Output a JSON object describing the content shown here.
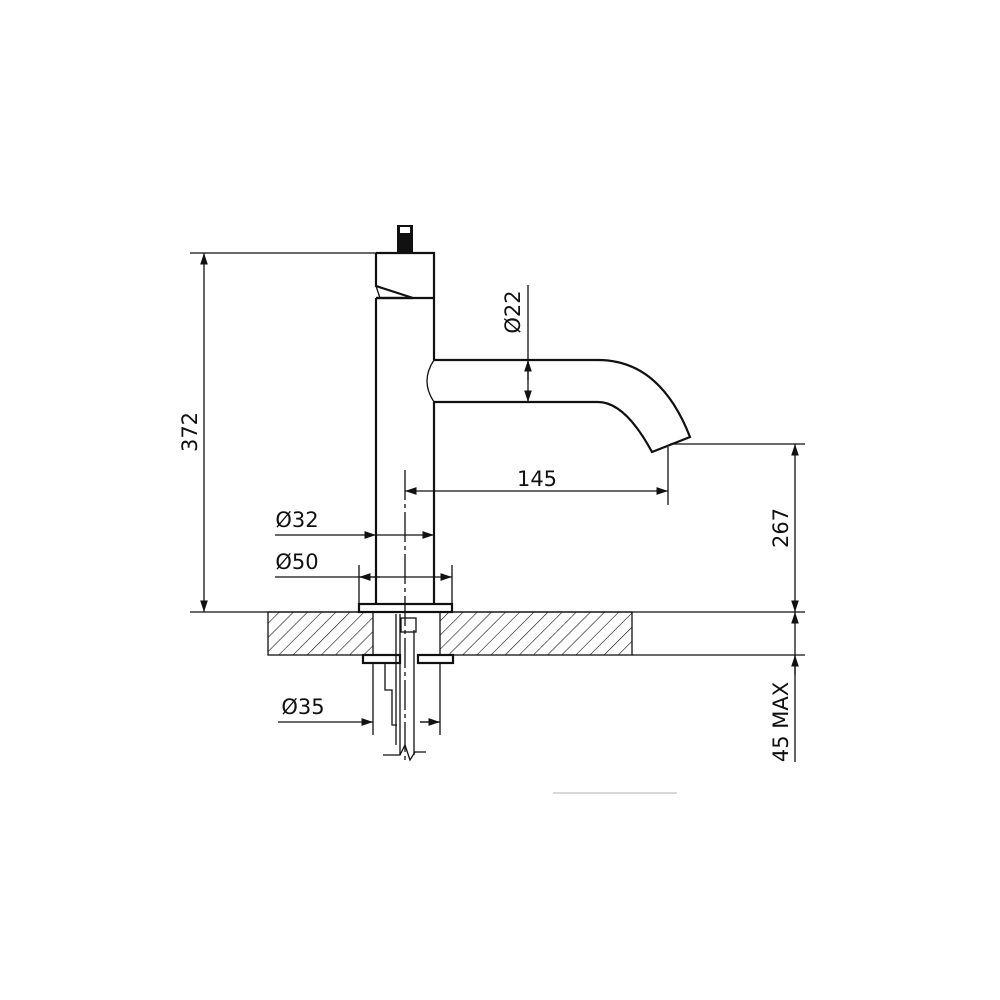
{
  "title": "Basin mixer technical drawing",
  "dimensions": {
    "total_height": "372",
    "spout_diameter": "Ø22",
    "spout_reach": "145",
    "spout_height": "267",
    "body_diameter": "Ø32",
    "base_diameter": "Ø50",
    "hole_diameter": "Ø35",
    "max_counter_thickness": "45 MAX"
  },
  "colors": {
    "line": "#111111",
    "background": "#ffffff"
  }
}
